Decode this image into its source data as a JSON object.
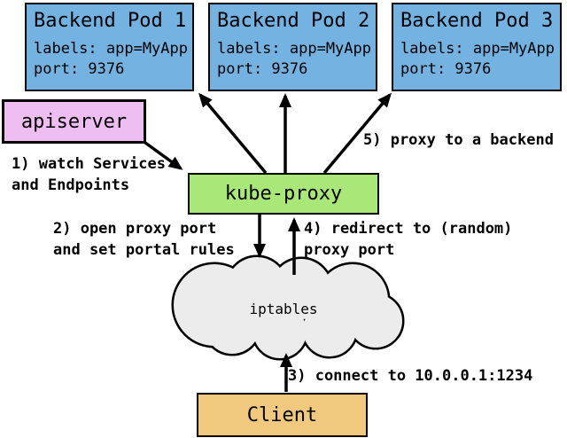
{
  "pods": [
    {
      "title": "Backend Pod 1",
      "line1": "labels: app=MyApp",
      "line2": "port: 9376"
    },
    {
      "title": "Backend Pod 2",
      "line1": "labels: app=MyApp",
      "line2": "port: 9376"
    },
    {
      "title": "Backend Pod 3",
      "line1": "labels: app=MyApp",
      "line2": "port: 9376"
    }
  ],
  "apiserver": {
    "label": "apiserver"
  },
  "kube_proxy": {
    "label": "kube-proxy"
  },
  "cloud": {
    "label": "iptables"
  },
  "client": {
    "label": "Client"
  },
  "steps": {
    "s1": "1) watch Services\nand Endpoints",
    "s2": "2) open proxy port\nand set portal rules",
    "s3": "3) connect to 10.0.0.1:1234",
    "s4": "4) redirect to (random)\nproxy port",
    "s5": "5) proxy to a backend"
  },
  "colors": {
    "pod_fill": "#74b2e2",
    "apiserver_fill": "#eebdf2",
    "kube_proxy_fill": "#a9e878",
    "client_fill": "#f0c87e",
    "cloud_fill": "#ececec",
    "stroke": "#000000",
    "background": "#ffffff"
  }
}
